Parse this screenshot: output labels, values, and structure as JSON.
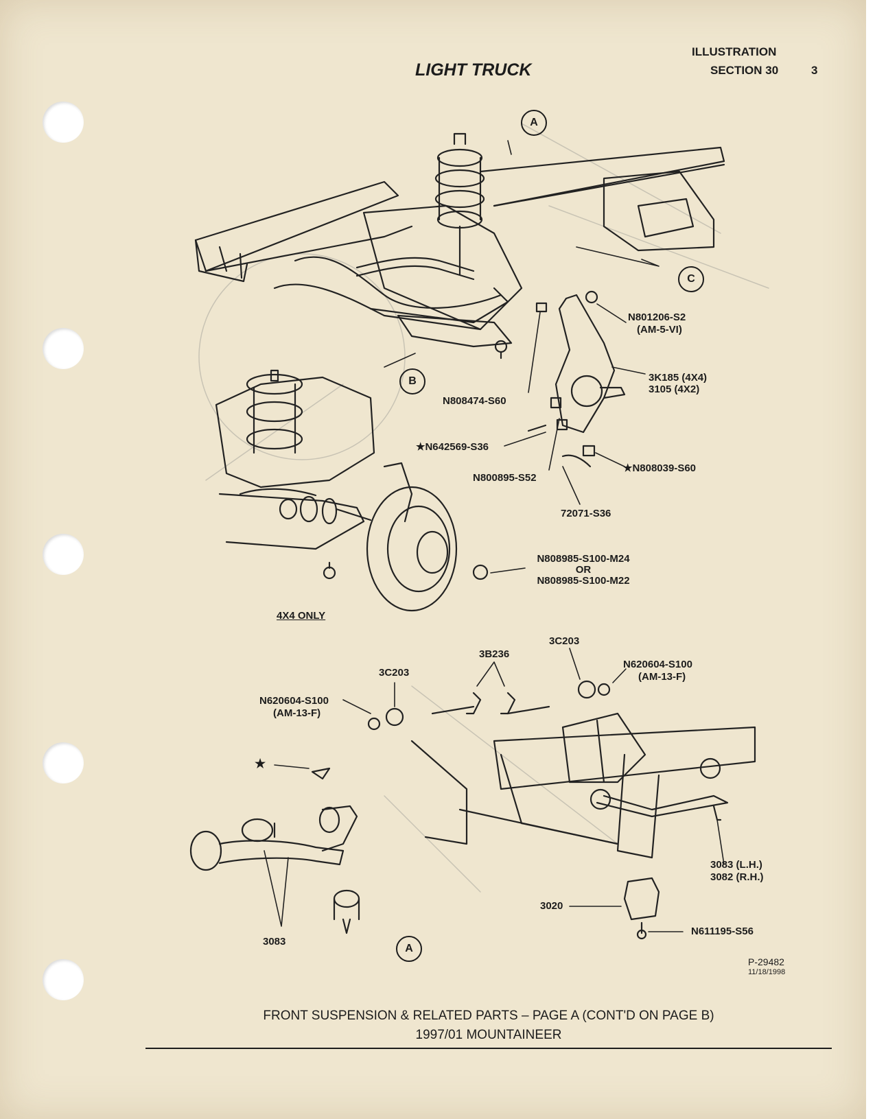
{
  "header": {
    "title": "LIGHT TRUCK",
    "illustration": "ILLUSTRATION",
    "section": "SECTION 30",
    "page_number": "3"
  },
  "callouts": {
    "a_top": "A",
    "b": "B",
    "c": "C",
    "a_bottom": "A"
  },
  "parts": {
    "n801206": "N801206-S2",
    "n801206_spec": "(AM-5-VI)",
    "knuckle_4x4": "3K185 (4X4)",
    "knuckle_4x2": "3105 (4X2)",
    "n808474": "N808474-S60",
    "n642569": "★N642569-S36",
    "n800895": "N800895-S52",
    "n808039": "★N808039-S60",
    "p72071": "72071-S36",
    "n808985_a": "N808985-S100-M24",
    "or": "OR",
    "n808985_b": "N808985-S100-M22",
    "four_by_four_only": "4X4 ONLY",
    "p3b236": "3B236",
    "p3c203_left": "3C203",
    "p3c203_right": "3C203",
    "n620604_right": "N620604-S100",
    "n620604_right_spec": "(AM-13-F)",
    "n620604_left": "N620604-S100",
    "n620604_left_spec": "(AM-13-F)",
    "star": "★",
    "p3083_lh": "3083 (L.H.)",
    "p3082_rh": "3082 (R.H.)",
    "p3020": "3020",
    "n611195": "N611195-S56",
    "p3083": "3083"
  },
  "reference": {
    "illustration_id": "P-29482",
    "date": "11/18/1998"
  },
  "footer": {
    "caption": "FRONT SUSPENSION & RELATED PARTS – PAGE A (CONT'D ON PAGE B)",
    "model": "1997/01 MOUNTAINEER"
  },
  "colors": {
    "paper": "#efe6cf",
    "ink": "#1c1c1c"
  }
}
